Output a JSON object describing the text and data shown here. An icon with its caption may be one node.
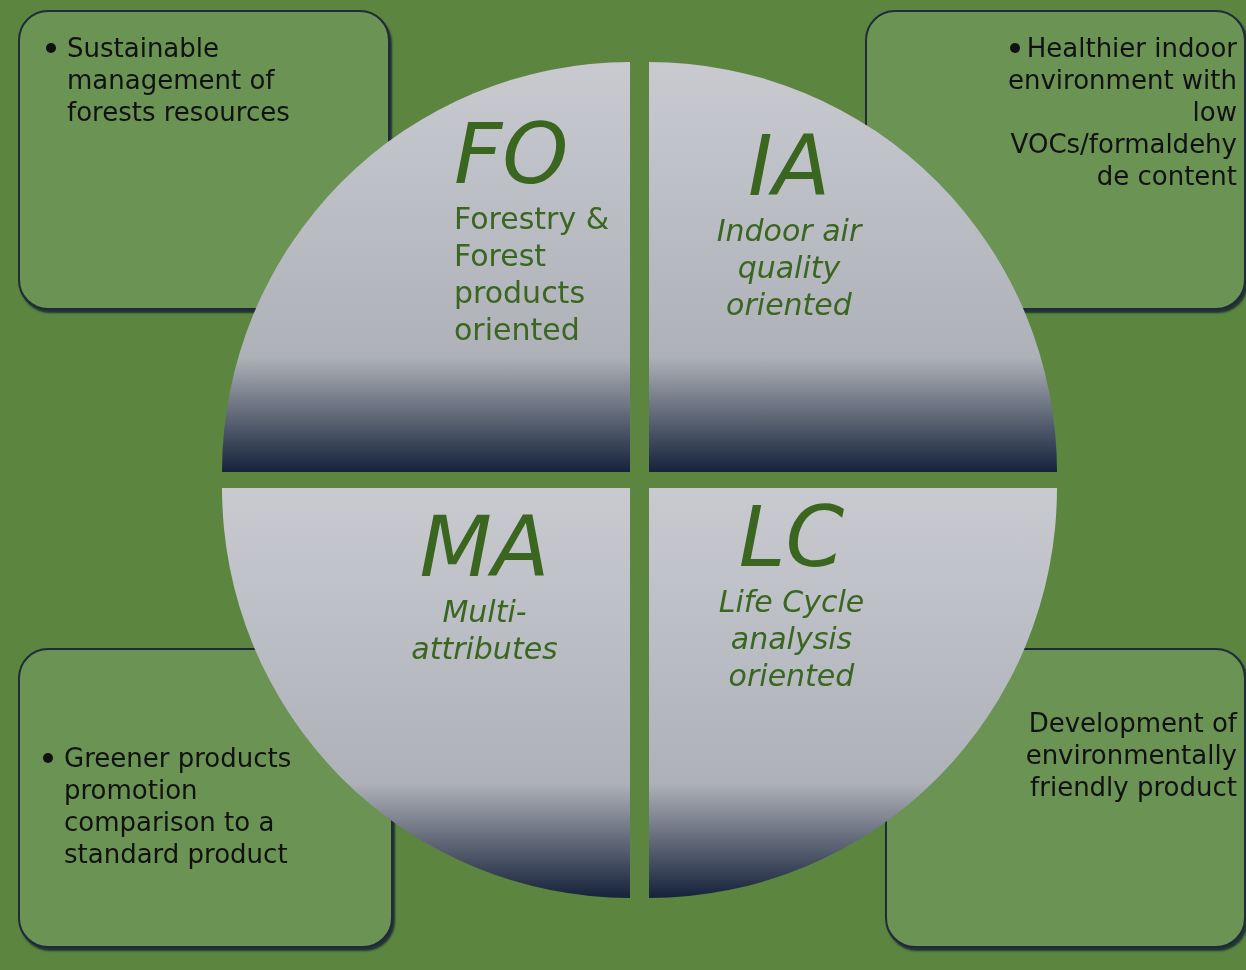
{
  "diagram": {
    "nodes": [
      {
        "text": [
          "Sustainable management of forests resources"
        ]
      },
      {
        "text": [
          "FO",
          "Forestry & Forest products oriented"
        ]
      },
      {
        "text": [
          "IA",
          "Indoor air quality oriented"
        ]
      },
      {
        "text": [
          "Healthier indoor environment with low VOCs/formaldehyde content"
        ]
      },
      {
        "text": [
          "MA",
          "Multi-attributes"
        ]
      },
      {
        "text": [
          "LC",
          "Life Cycle analysis oriented"
        ]
      },
      {
        "text": [
          "Greener products promotion comparison to a standard product"
        ]
      },
      {
        "text": [
          "Development of environmentally friendly product"
        ]
      }
    ],
    "edges": []
  }
}
